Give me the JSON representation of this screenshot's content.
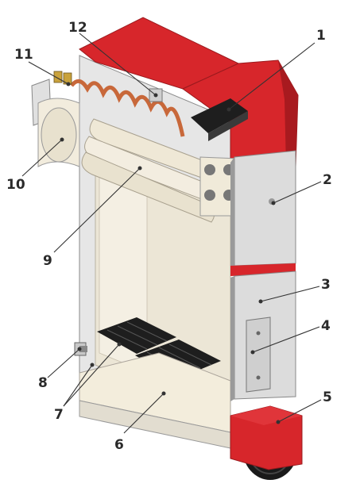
{
  "colors": {
    "body_red": "#d7262b",
    "body_red_dark": "#a81a1f",
    "panel_grey": "#d8d8d8",
    "panel_grey_dark": "#9a9a9a",
    "interior_cream": "#f4efe3",
    "grate_black": "#1e1e1e",
    "coil_copper": "#c8683a",
    "label_text": "#2a2a2a"
  },
  "labels": [
    {
      "id": "1",
      "text": "1"
    },
    {
      "id": "2",
      "text": "2"
    },
    {
      "id": "3",
      "text": "3"
    },
    {
      "id": "4",
      "text": "4"
    },
    {
      "id": "5",
      "text": "5"
    },
    {
      "id": "6",
      "text": "6"
    },
    {
      "id": "7",
      "text": "7"
    },
    {
      "id": "8",
      "text": "8"
    },
    {
      "id": "9",
      "text": "9"
    },
    {
      "id": "10",
      "text": "10"
    },
    {
      "id": "11",
      "text": "11"
    },
    {
      "id": "12",
      "text": "12"
    }
  ]
}
